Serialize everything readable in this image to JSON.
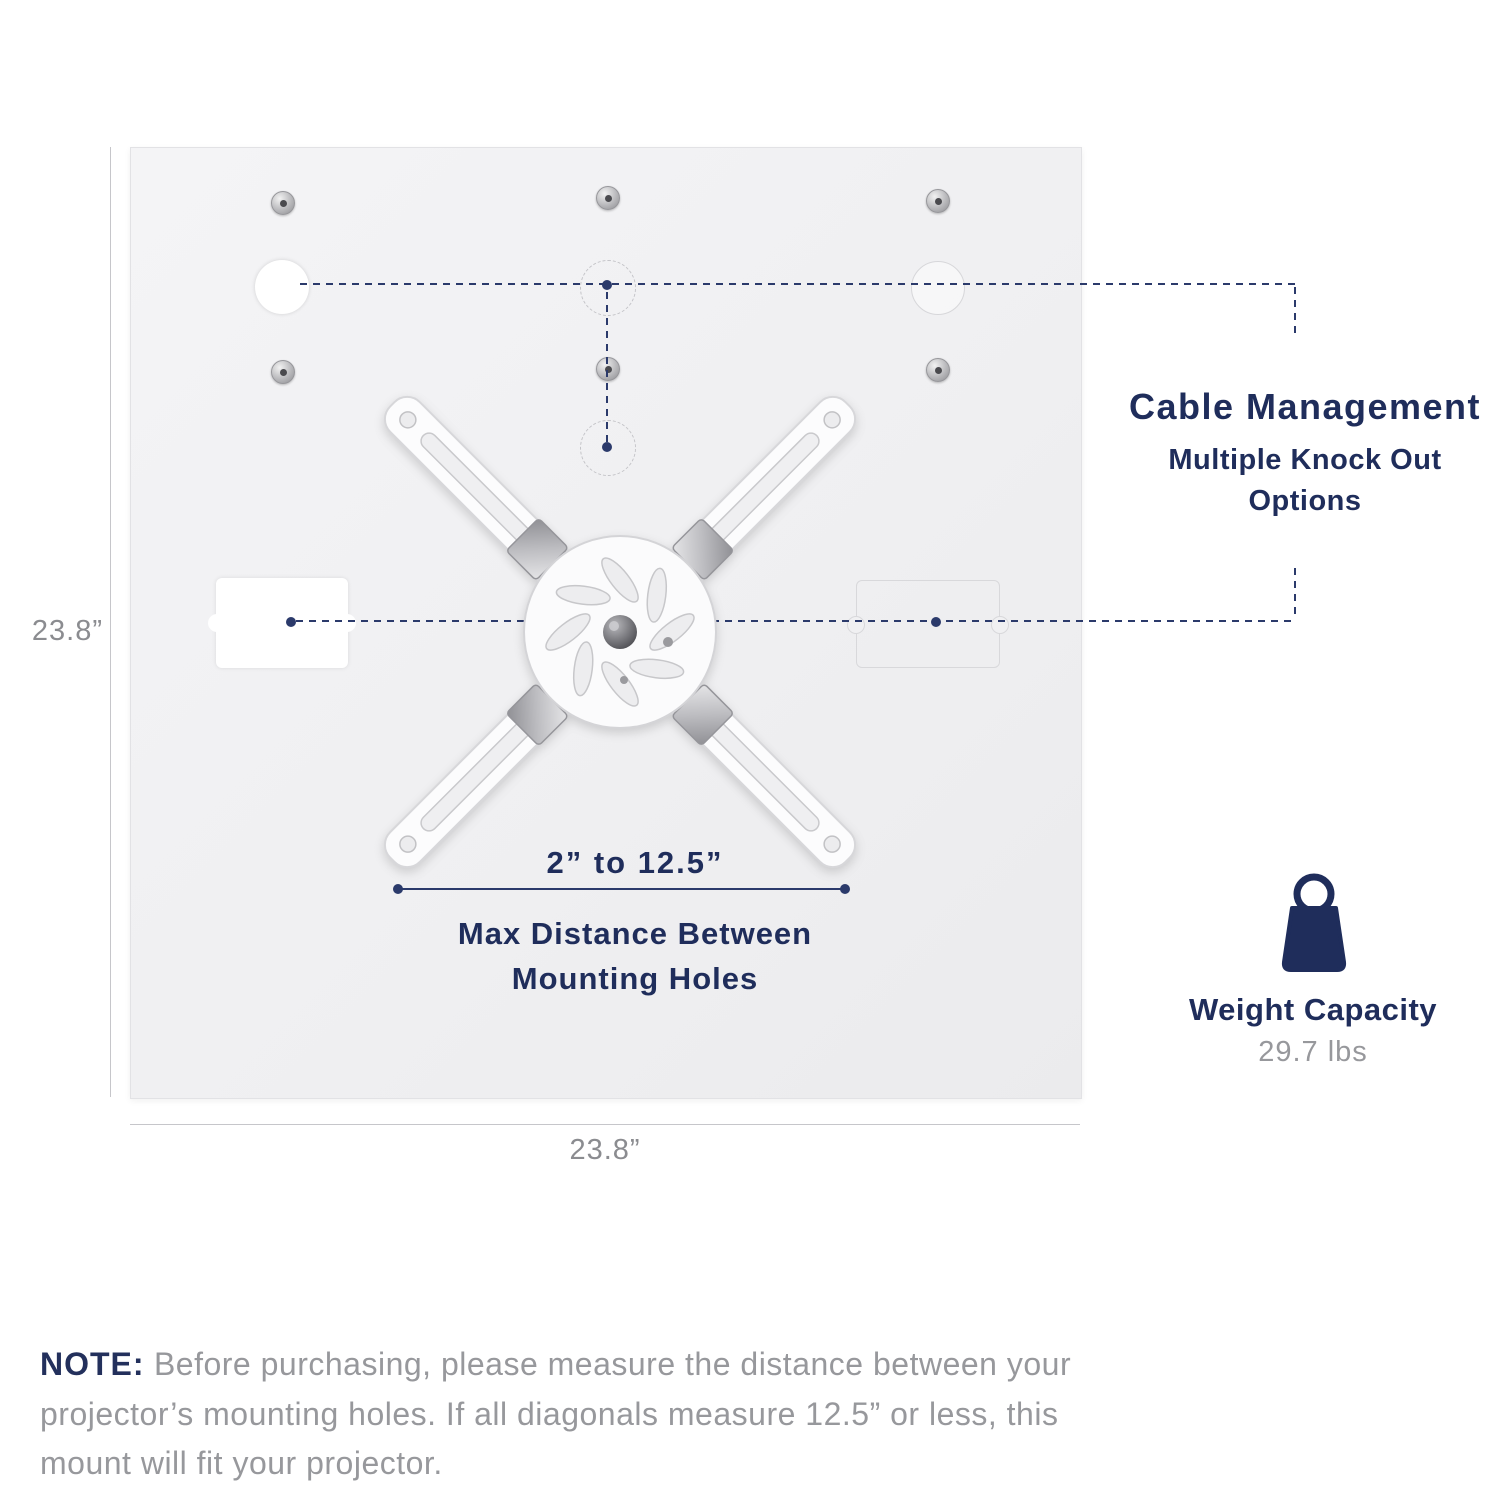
{
  "diagram": {
    "dim_left_label": "23.8”",
    "dim_bottom_label": "23.8”"
  },
  "callouts": {
    "cable_title": "Cable Management",
    "cable_sub": "Multiple Knock Out Options",
    "distance_value": "2” to 12.5”",
    "distance_caption_line1": "Max Distance Between",
    "distance_caption_line2": "Mounting Holes",
    "weight_title": "Weight Capacity",
    "weight_value": "29.7 lbs"
  },
  "note": {
    "label": "NOTE:",
    "text": "Before purchasing, please measure the distance between your projector’s mounting holes. If all diagonals measure 12.5” or less, this mount will fit your projector."
  },
  "icons": {
    "weight": "weight-icon"
  },
  "colors": {
    "navy": "#1f2d5b",
    "text_gray": "#97989c",
    "plate_fill": "#f1f1f3",
    "plate_border": "#e2e2e5",
    "dash_line": "#2b3a6b",
    "dim_line": "#c6c6ca"
  }
}
